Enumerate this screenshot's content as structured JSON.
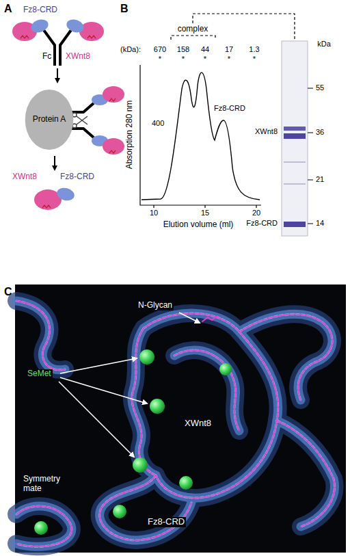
{
  "diagram": {
    "nodes": [
      {
        "text": [
          "Protein A"
        ]
      }
    ],
    "labels": [
      "A",
      "Fz8-CRD",
      "Fc",
      "XWnt8",
      "XWnt8",
      "Fz8-CRD",
      "B",
      "(kDa):",
      "670",
      "158",
      "44",
      "17",
      "1.3",
      "*",
      "*",
      "*",
      "*",
      "*",
      "complex",
      "400",
      "Absorption 280 nm",
      "Fz8-CRD",
      "10",
      "15",
      "20",
      "Elution volume (ml)",
      "kDa",
      "55",
      "36",
      "21",
      "14",
      "XWnt8",
      "Fz8-CRD",
      "C",
      "N-Glycan",
      "SeMet",
      "XWnt8",
      "Symmetry mate",
      "Fz8-CRD"
    ]
  }
}
